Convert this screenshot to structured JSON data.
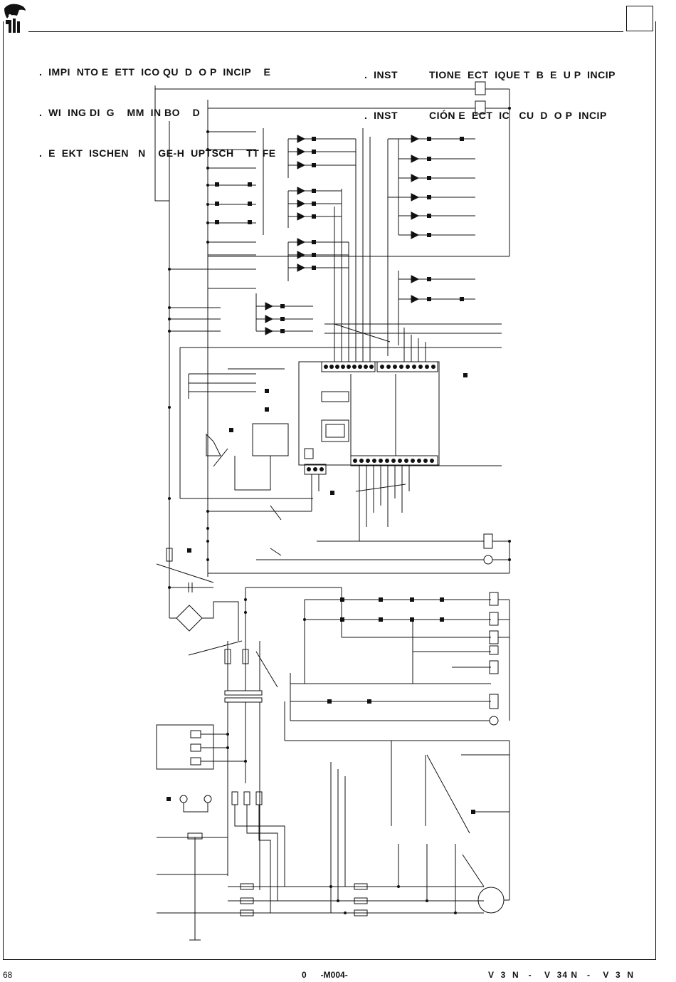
{
  "header": {
    "title_lines_left": [
      ".  IMPI  NTO E  ETT  ICO QU  D  O P  INCIP    E",
      ".  WI  ING DI  G    MM  IN BO    D",
      ".  E  EKT  ISCHEN   N    GE-H  UPTSCH    TT FE"
    ],
    "title_lines_right": [
      ".  INST          TIONE  ECT  IQUE T  B  E  U P  INCIP",
      ".  INST          CIÓN E  ECT  IC   CU  D  O P  INCIP"
    ]
  },
  "footer": {
    "page_number": "68",
    "document_code": "0      -M004-",
    "models": "V  3  N   -    V  34 N   -    V  3  N"
  },
  "icons": {
    "logo": "manufacturer-logo-icon",
    "diagram": "wiring-schematic"
  }
}
